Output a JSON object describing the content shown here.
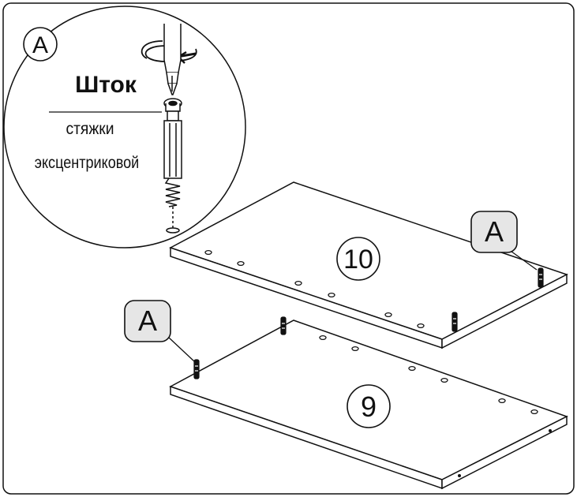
{
  "detail": {
    "callout_letter": "A",
    "title": "Шток",
    "subtitle_line1": "стяжки",
    "subtitle_line2": "эксцентриковой"
  },
  "panels": [
    {
      "number": "10",
      "callout": "A"
    },
    {
      "number": "9",
      "callout": "A"
    }
  ],
  "colors": {
    "line": "#111111",
    "callout_fill": "#e6e6e6",
    "panel_fill": "#ffffff"
  },
  "icons": [
    "rotate-arrow-icon",
    "screwdriver-icon",
    "eccentric-bolt-icon"
  ]
}
